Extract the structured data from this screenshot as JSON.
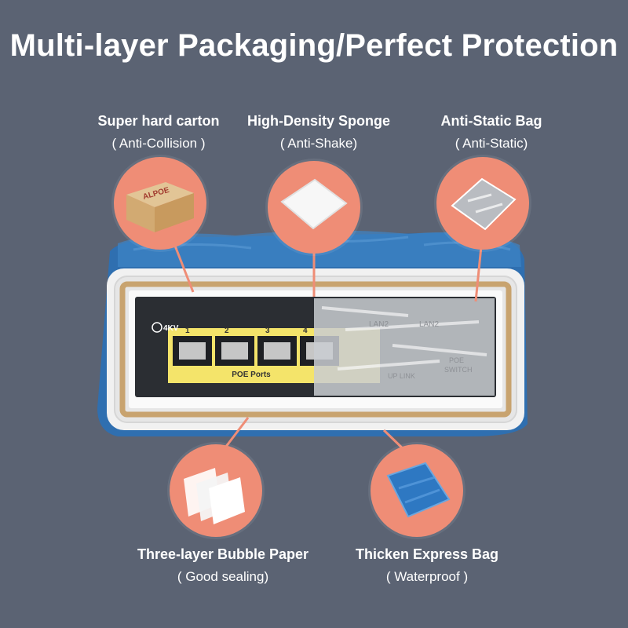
{
  "title": "Multi-layer Packaging/Perfect Protection",
  "items": [
    {
      "label": "Super hard carton",
      "note": "( Anti-Collision )"
    },
    {
      "label": "High-Density Sponge",
      "note": "( Anti-Shake)"
    },
    {
      "label": "Anti-Static Bag",
      "note": "( Anti-Static)"
    },
    {
      "label": "Three-layer Bubble Paper",
      "note": "( Good sealing)"
    },
    {
      "label": "Thicken Express Bag",
      "note": "( Waterproof )"
    }
  ],
  "device": {
    "surge_label": "4KV",
    "port_numbers": [
      "1",
      "2",
      "3",
      "4"
    ],
    "ports_label": "POE Ports",
    "faded_labels": [
      "LAN2",
      "LAN2",
      "UP LINK",
      "POE",
      "SWITCH"
    ]
  },
  "carton_brand": "ALPOE",
  "colors": {
    "background": "#5b6373",
    "circle": "#ef8d76",
    "express_bag": "#2f6fb0",
    "device_panel": "#f4e46a"
  }
}
